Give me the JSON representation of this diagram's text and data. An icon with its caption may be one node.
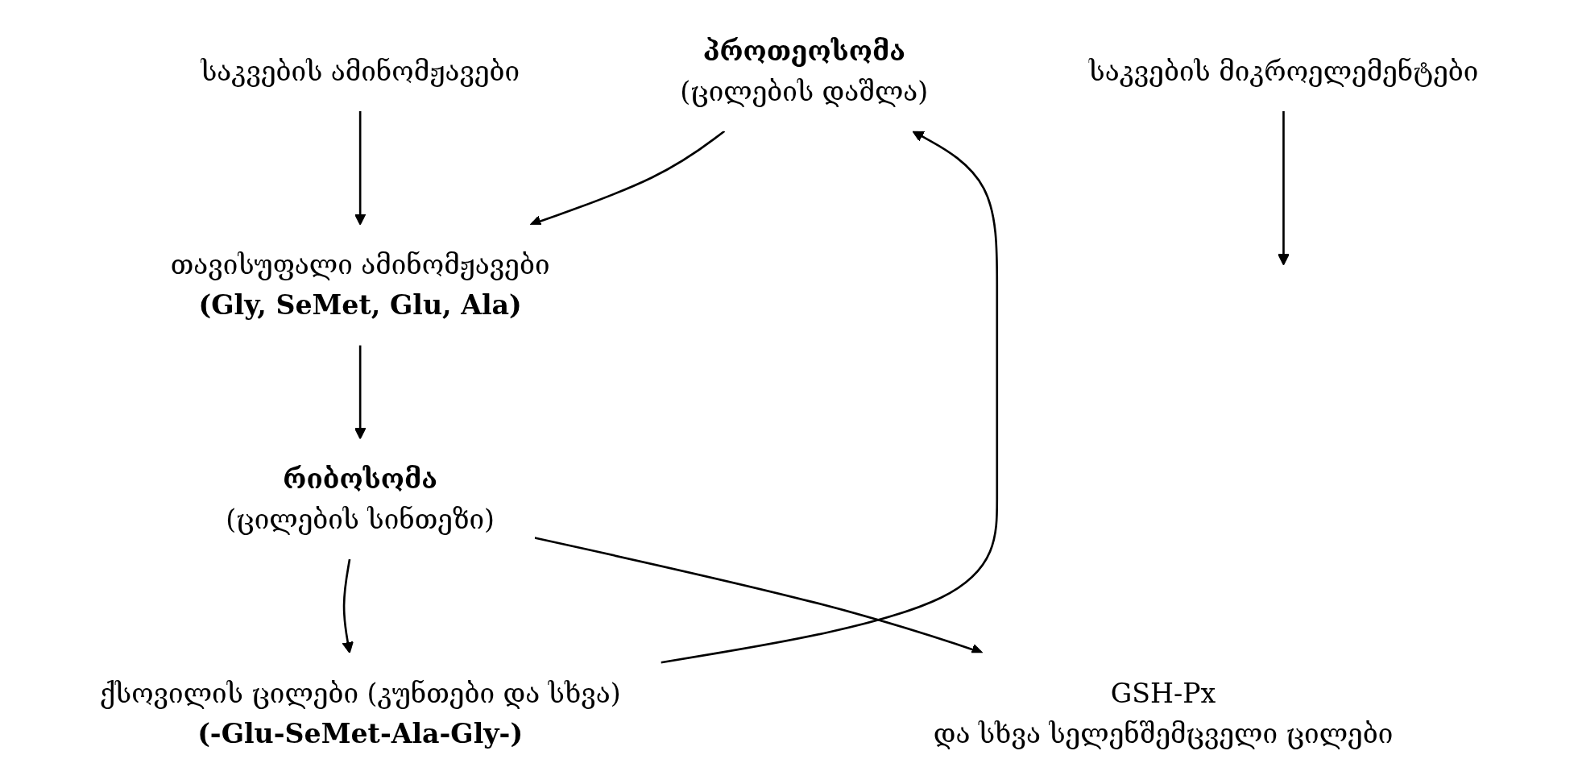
{
  "diagram": {
    "nodes": [
      {
        "text": [
          "პროთეოსომა",
          "(ცილების დაშლა)"
        ]
      },
      {
        "text": [
          "ქსოვილის ცილები (კუნთები და სხვა)",
          "(-Glu-SeMet-Ala-Gly-)"
        ]
      },
      {
        "text": [
          "თავისუფალი ამინომჟავები",
          "(Gly, SeMet, Glu, Ala)"
        ]
      },
      {
        "text": [
          "საკვების ამინომჟავები"
        ]
      },
      {
        "text": [
          "რიბოსომა",
          "(ცილების სინთეზი)"
        ]
      },
      {
        "text": [
          "საკვების მიკროელემენტები"
        ]
      },
      {
        "text": [
          "GSH-Px",
          "და სხვა სელენშემცველი ცილები"
        ]
      }
    ],
    "edges": [
      {
        "from": 1,
        "to": 0,
        "arrow": "to"
      },
      {
        "from": 0,
        "to": 2,
        "arrow": "to"
      },
      {
        "from": 3,
        "to": 2,
        "arrow": "to"
      },
      {
        "from": 2,
        "to": 4,
        "arrow": "to"
      },
      {
        "from": 5,
        "to": null,
        "arrow": "to"
      },
      {
        "from": 4,
        "to": 1,
        "arrow": "to"
      },
      {
        "from": 4,
        "to": 6,
        "arrow": "to"
      }
    ]
  }
}
